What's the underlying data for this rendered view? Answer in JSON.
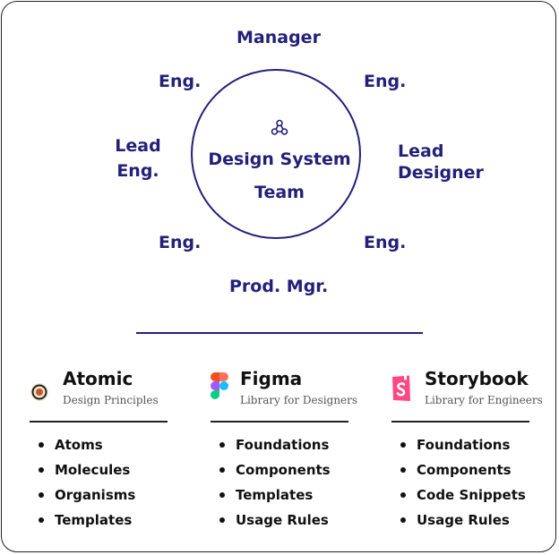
{
  "team": {
    "center_label_line1": "Design System",
    "center_label_line2": "Team",
    "icon": "team-icon",
    "roles": {
      "top": "Manager",
      "top_left": "Eng.",
      "top_right": "Eng.",
      "left_line1": "Lead",
      "left_line2": "Eng.",
      "right_line1": "Lead",
      "right_line2": "Designer",
      "bottom_left": "Eng.",
      "bottom_right": "Eng.",
      "bottom": "Prod. Mgr."
    }
  },
  "columns": [
    {
      "title": "Atomic",
      "subtitle": "Design Principles",
      "icon": "atomic-logo-icon",
      "items": [
        "Atoms",
        "Molecules",
        "Organisms",
        "Templates"
      ]
    },
    {
      "title": "Figma",
      "subtitle": "Library for Designers",
      "icon": "figma-logo-icon",
      "items": [
        "Foundations",
        "Components",
        "Templates",
        "Usage Rules"
      ]
    },
    {
      "title": "Storybook",
      "subtitle": "Library for Engineers",
      "icon": "storybook-logo-icon",
      "items": [
        "Foundations",
        "Components",
        "Code Snippets",
        "Usage Rules"
      ]
    }
  ],
  "colors": {
    "team_accent": "#23207a",
    "text": "#111111",
    "storybook_pink": "#ff4785",
    "atomic_orange": "#c8582a"
  }
}
